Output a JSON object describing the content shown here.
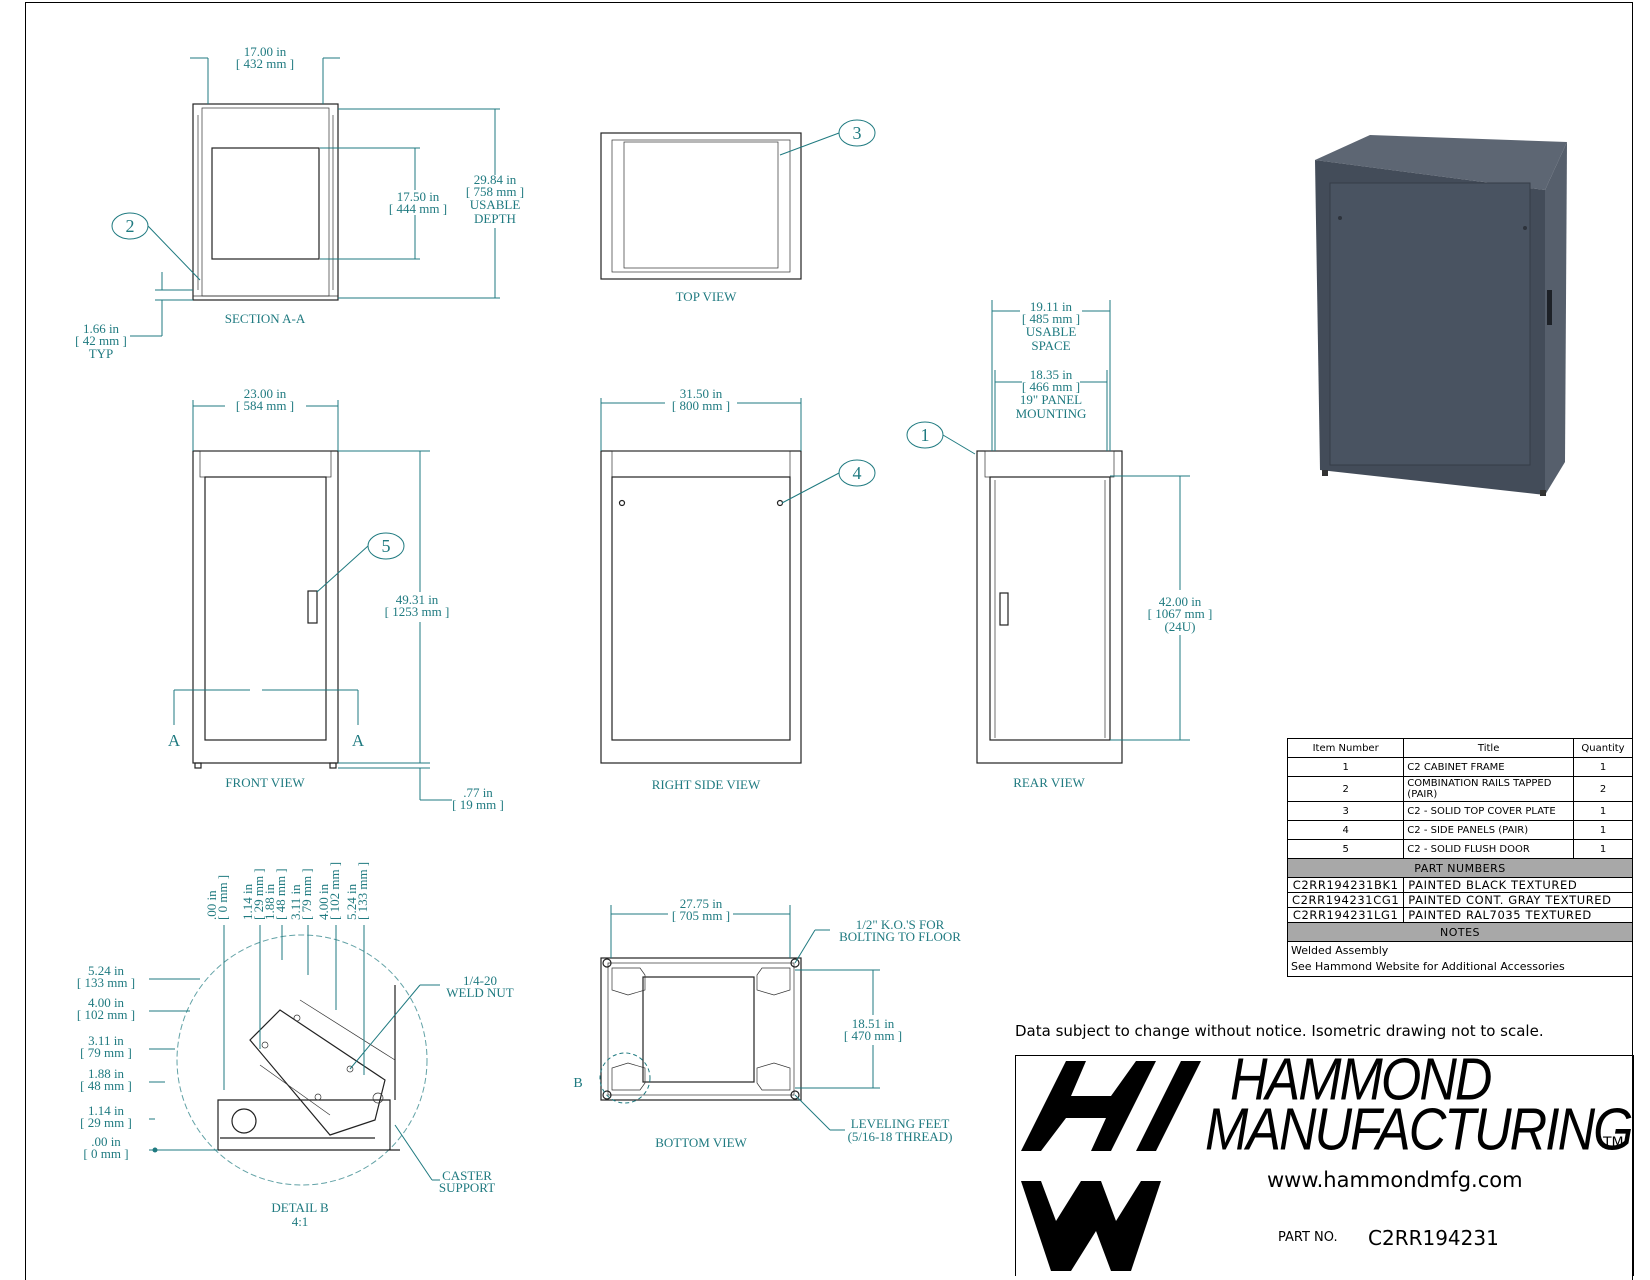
{
  "views": {
    "section": "SECTION A-A",
    "top": "TOP VIEW",
    "front": "FRONT VIEW",
    "right": "RIGHT SIDE VIEW",
    "rear": "REAR VIEW",
    "bottom": "BOTTOM VIEW",
    "detail": "DETAIL B",
    "detail_scale": "4:1",
    "section_marker": "A",
    "detail_marker": "B"
  },
  "dims": {
    "sec_w_in": "17.00 in",
    "sec_w_mm": "[ 432 mm ]",
    "sec_h_in": "17.50 in",
    "sec_h_mm": "[ 444 mm ]",
    "sec_d_in": "29.84 in",
    "sec_d_mm": "[ 758 mm ]",
    "sec_d_l1": "USABLE",
    "sec_d_l2": "DEPTH",
    "sec_typ_in": "1.66 in",
    "sec_typ_mm": "[ 42 mm ]",
    "sec_typ_l": "TYP",
    "front_w_in": "23.00 in",
    "front_w_mm": "[ 584 mm ]",
    "front_h_in": "49.31 in",
    "front_h_mm": "[ 1253 mm ]",
    "front_f_in": ".77 in",
    "front_f_mm": "[ 19 mm ]",
    "side_w_in": "31.50 in",
    "side_w_mm": "[ 800 mm ]",
    "rear_u_in": "19.11 in",
    "rear_u_mm": "[ 485 mm ]",
    "rear_u_l1": "USABLE",
    "rear_u_l2": "SPACE",
    "rear_p_in": "18.35 in",
    "rear_p_mm": "[ 466 mm ]",
    "rear_p_l1": "19\" PANEL",
    "rear_p_l2": "MOUNTING",
    "rear_h_in": "42.00 in",
    "rear_h_mm": "[ 1067 mm ]",
    "rear_h_u": "(24U)",
    "bot_w_in": "27.75 in",
    "bot_w_mm": "[ 705 mm ]",
    "bot_h_in": "18.51 in",
    "bot_h_mm": "[ 470 mm ]",
    "bot_ko_1": "1/2\" K.O.'S FOR",
    "bot_ko_2": "BOLTING TO FLOOR",
    "bot_lf_1": "LEVELING FEET",
    "bot_lf_2": "(5/16-18 THREAD)",
    "det_weld_1": "1/4-20",
    "det_weld_2": "WELD NUT",
    "det_cast_1": "CASTER",
    "det_cast_2": "SUPPORT"
  },
  "detail_left": [
    {
      "in": "5.24 in",
      "mm": "[ 133 mm ]"
    },
    {
      "in": "4.00 in",
      "mm": "[ 102 mm ]"
    },
    {
      "in": "3.11 in",
      "mm": "[ 79 mm ]"
    },
    {
      "in": "1.88 in",
      "mm": "[ 48 mm ]"
    },
    {
      "in": "1.14 in",
      "mm": "[ 29 mm ]"
    },
    {
      "in": ".00 in",
      "mm": "[ 0 mm ]"
    }
  ],
  "detail_top": [
    {
      "in": ".00 in",
      "mm": "[ 0 mm ]"
    },
    {
      "in": "1.14 in",
      "mm": "[ 29 mm ]"
    },
    {
      "in": "1.88 in",
      "mm": "[ 48 mm ]"
    },
    {
      "in": "3.11 in",
      "mm": "[ 79 mm ]"
    },
    {
      "in": "4.00 in",
      "mm": "[ 102 mm ]"
    },
    {
      "in": "5.24 in",
      "mm": "[ 133 mm ]"
    }
  ],
  "balloons": [
    "1",
    "2",
    "3",
    "4",
    "5"
  ],
  "bom": {
    "headers": [
      "Item Number",
      "Title",
      "Quantity"
    ],
    "rows": [
      {
        "item": "1",
        "title": "C2 CABINET FRAME",
        "qty": "1"
      },
      {
        "item": "2",
        "title": "COMBINATION RAILS TAPPED (PAIR)",
        "qty": "2"
      },
      {
        "item": "3",
        "title": "C2 - SOLID TOP COVER PLATE",
        "qty": "1"
      },
      {
        "item": "4",
        "title": "C2 - SIDE PANELS (PAIR)",
        "qty": "1"
      },
      {
        "item": "5",
        "title": "C2 - SOLID FLUSH DOOR",
        "qty": "1"
      }
    ],
    "part_numbers_header": "PART NUMBERS",
    "part_numbers": [
      {
        "pn": "C2RR194231BK1",
        "desc": "PAINTED BLACK TEXTURED"
      },
      {
        "pn": "C2RR194231CG1",
        "desc": "PAINTED CONT. GRAY TEXTURED"
      },
      {
        "pn": "C2RR194231LG1",
        "desc": "PAINTED RAL7035 TEXTURED"
      }
    ],
    "notes_header": "NOTES",
    "notes": [
      "Welded Assembly",
      "See Hammond Website for Additional Accessories"
    ]
  },
  "disclaimer": "Data subject to change without notice. Isometric drawing not to scale.",
  "title_block": {
    "company_line1": "HAMMOND",
    "company_line2": "MANUFACTURING",
    "trademark": "TM",
    "website": "www.hammondmfg.com",
    "part_no_label": "PART NO.",
    "part_no": "C2RR194231"
  },
  "colors": {
    "dimension": "#1f7a80",
    "cabinet": "#4a5563",
    "table_header": "#a8a8a8"
  }
}
